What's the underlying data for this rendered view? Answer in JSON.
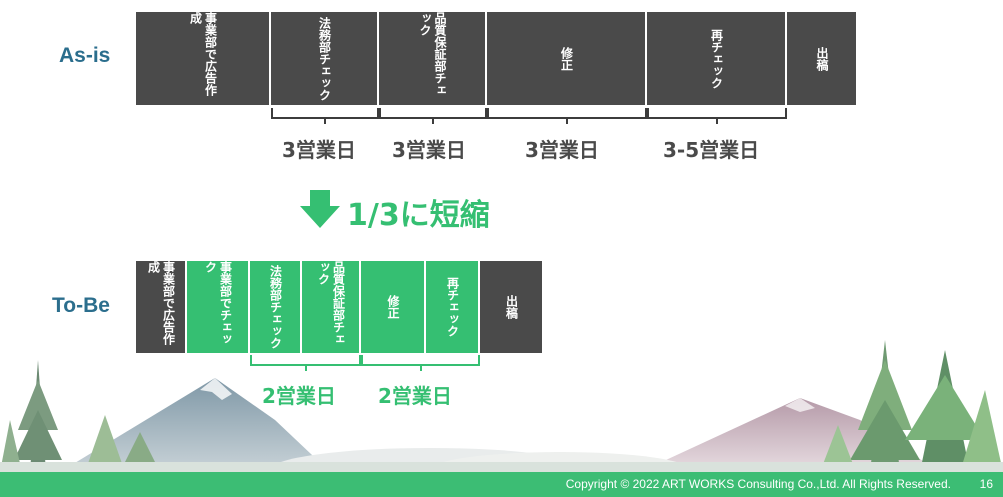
{
  "as_is": {
    "label": "As-is",
    "steps": [
      "事業部で広告作成",
      "法務部チェック",
      "品質保証部チェック",
      "修正",
      "再チェック",
      "出稿"
    ],
    "durations": [
      "3営業日",
      "3営業日",
      "3営業日",
      "3-5営業日"
    ]
  },
  "reduction": {
    "text": "1/3に短縮"
  },
  "to_be": {
    "label": "To-Be",
    "steps": [
      "事業部で広告作成",
      "事業部でチェック",
      "法務部チェック",
      "品質保証部チェック",
      "修正",
      "再チェック",
      "出稿"
    ],
    "durations": [
      "2営業日",
      "2営業日"
    ]
  },
  "footer": {
    "copyright": "Copyright © 2022 ART WORKS Consulting Co.,Ltd. All Rights Reserved.",
    "page_number": "16"
  },
  "colors": {
    "dark": "#4a4a4a",
    "green": "#35bf72",
    "label_blue": "#2b6e8d"
  }
}
